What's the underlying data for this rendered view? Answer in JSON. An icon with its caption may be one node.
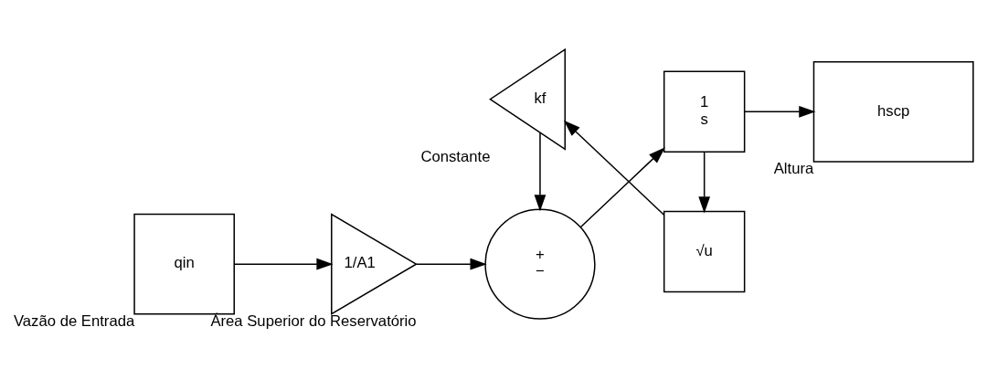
{
  "diagram": {
    "nodes": [
      {
        "text": [
          "qin"
        ],
        "beside": [
          "Vazão de Entrada"
        ]
      },
      {
        "text": [
          "1/A1"
        ],
        "beside": [
          "Área Superior do Reservatório"
        ]
      },
      {
        "text": [
          "+",
          "−"
        ]
      },
      {
        "text": [
          "1",
          "s"
        ]
      },
      {
        "text": [
          "hscp"
        ],
        "beside": [
          "Altura"
        ]
      },
      {
        "text": [
          "√u"
        ]
      },
      {
        "text": [
          "kf"
        ],
        "beside": [
          "Constante"
        ]
      }
    ],
    "edges": [
      {
        "from": 0,
        "to": 1,
        "arrow": "to"
      },
      {
        "from": 1,
        "to": 2,
        "arrow": "to"
      },
      {
        "from": 2,
        "to": 3,
        "arrow": "to"
      },
      {
        "from": 3,
        "to": 4,
        "arrow": "to"
      },
      {
        "from": 3,
        "to": 5,
        "arrow": "to"
      },
      {
        "from": 5,
        "to": 6,
        "arrow": "to"
      },
      {
        "from": 6,
        "to": 2,
        "arrow": "to"
      }
    ]
  }
}
